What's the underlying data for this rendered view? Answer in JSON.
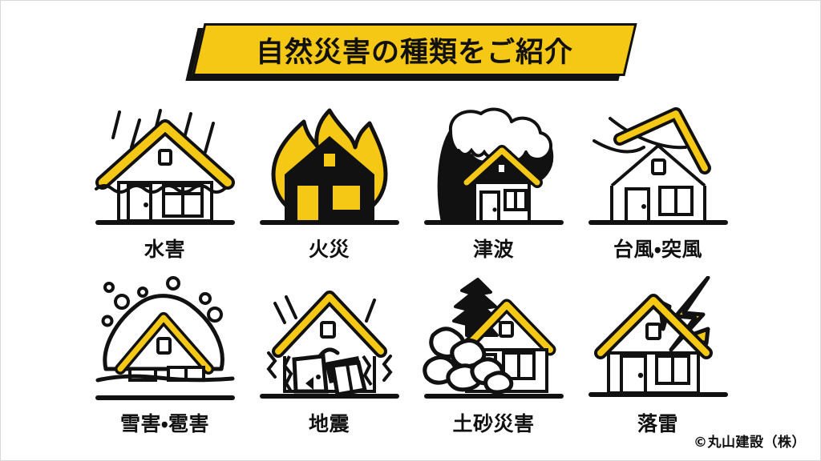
{
  "page": {
    "background_color": "#ffffff",
    "accent_color": "#F5C816",
    "ink_color": "#111111",
    "border_color": "#d8d8d8"
  },
  "header": {
    "title": "自然災害の種類をご紹介",
    "banner_fill": "#F5C816",
    "banner_shadow": "#111111"
  },
  "grid": {
    "rows": 2,
    "columns": 4,
    "items": [
      {
        "icon": "flood-house-icon",
        "label": "水害"
      },
      {
        "icon": "fire-house-icon",
        "label": "火災"
      },
      {
        "icon": "tsunami-house-icon",
        "label": "津波"
      },
      {
        "icon": "typhoon-house-icon",
        "label": "台風・突風"
      },
      {
        "icon": "snow-hail-house-icon",
        "label": "雪害・雹害"
      },
      {
        "icon": "earthquake-house-icon",
        "label": "地震"
      },
      {
        "icon": "landslide-house-icon",
        "label": "土砂災害"
      },
      {
        "icon": "lightning-house-icon",
        "label": "落雷"
      }
    ]
  },
  "footer": {
    "credit": "©丸山建設（株）"
  }
}
